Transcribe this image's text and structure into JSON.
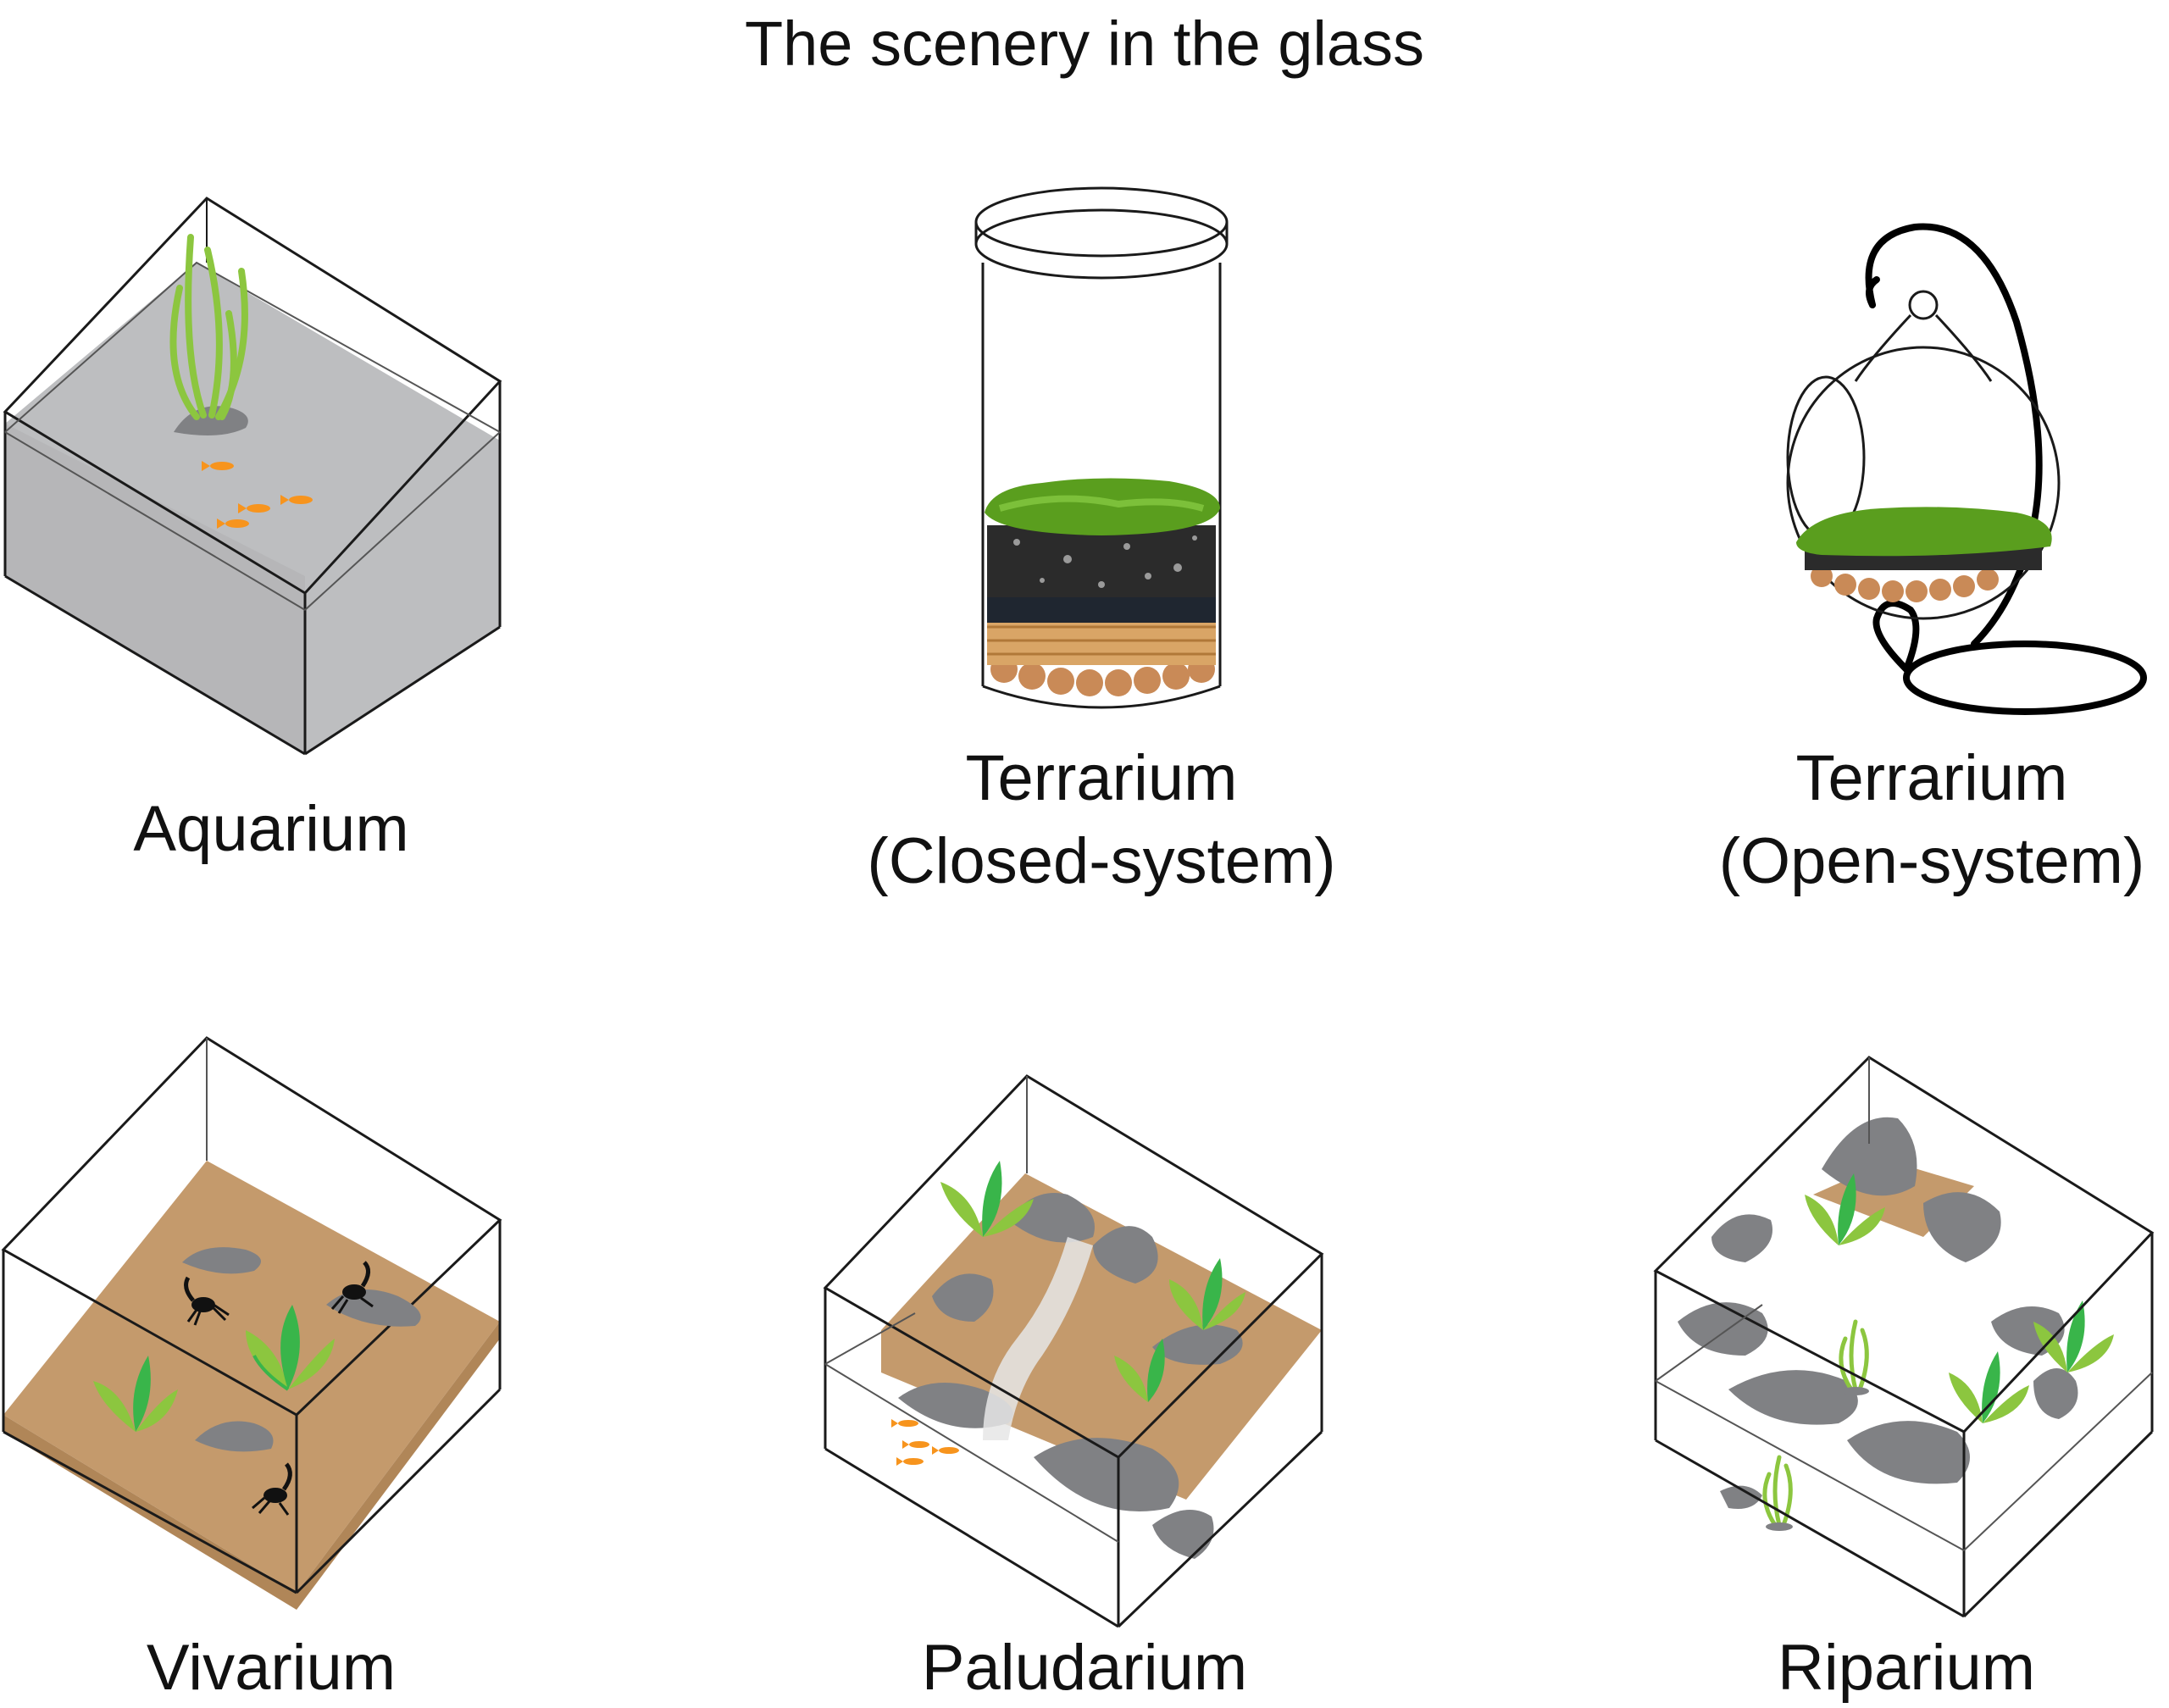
{
  "title": "The scenery in the glass",
  "panels": {
    "aquarium": {
      "label": "Aquarium"
    },
    "closed": {
      "label_line1": "Terrarium",
      "label_line2": "(Closed-system)"
    },
    "open": {
      "label_line1": "Terrarium",
      "label_line2": "(Open-system)"
    },
    "vivarium": {
      "label": "Vivarium"
    },
    "paludarium": {
      "label": "Paludarium"
    },
    "riparium": {
      "label": "Riparium"
    }
  },
  "colors": {
    "glass_outline": "#1a1a1a",
    "water": "#bdbec0",
    "soil": "#c49a6c",
    "rock": "#808184",
    "plant_light": "#8cc63f",
    "plant_dark": "#39b54a",
    "fish": "#f7941d",
    "moss": "#5a9e1e",
    "substrate": "#2b2b2b",
    "clay_balls": "#c98a57",
    "stream": "#e6e6e6"
  },
  "icons": [
    "glass-tank-icon",
    "plant-icon",
    "fish-icon",
    "rock-icon",
    "scorpion-icon",
    "moss-layer-icon",
    "hanging-stand-icon"
  ]
}
